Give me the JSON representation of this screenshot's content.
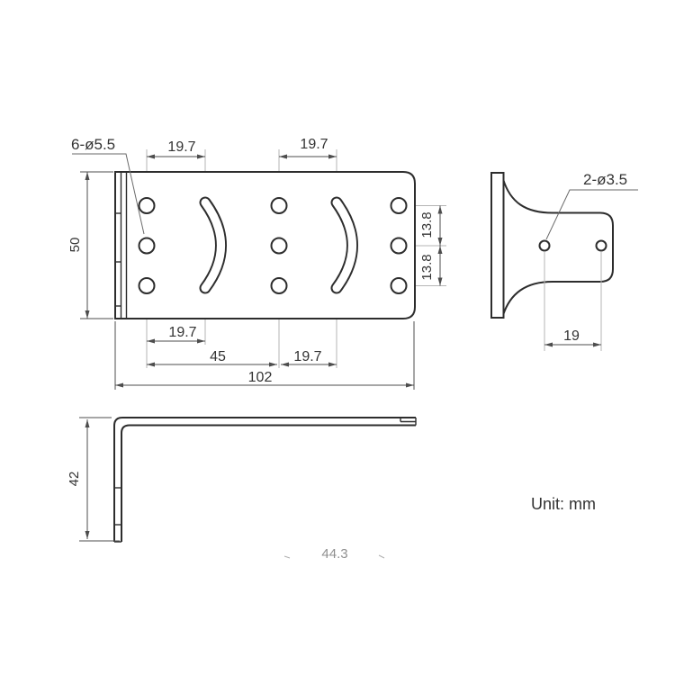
{
  "title": "bracket-technical-drawing",
  "unit_label": "Unit: mm",
  "front_view": {
    "callout_holes": "6-ø5.5",
    "dim_top_pitch_left": "19.7",
    "dim_top_pitch_right": "19.7",
    "dim_height": "50",
    "dim_row_spacing_upper": "13.8",
    "dim_row_spacing_lower": "13.8",
    "dim_bottom_pitch_left": "19.7",
    "dim_bottom_span": "45",
    "dim_bottom_pitch_right": "19.7",
    "dim_overall_width": "102"
  },
  "side_view": {
    "callout_holes": "2-ø3.5",
    "dim_hole_spacing": "19"
  },
  "profile_view": {
    "dim_height": "42",
    "dim_depth": "44.3"
  }
}
